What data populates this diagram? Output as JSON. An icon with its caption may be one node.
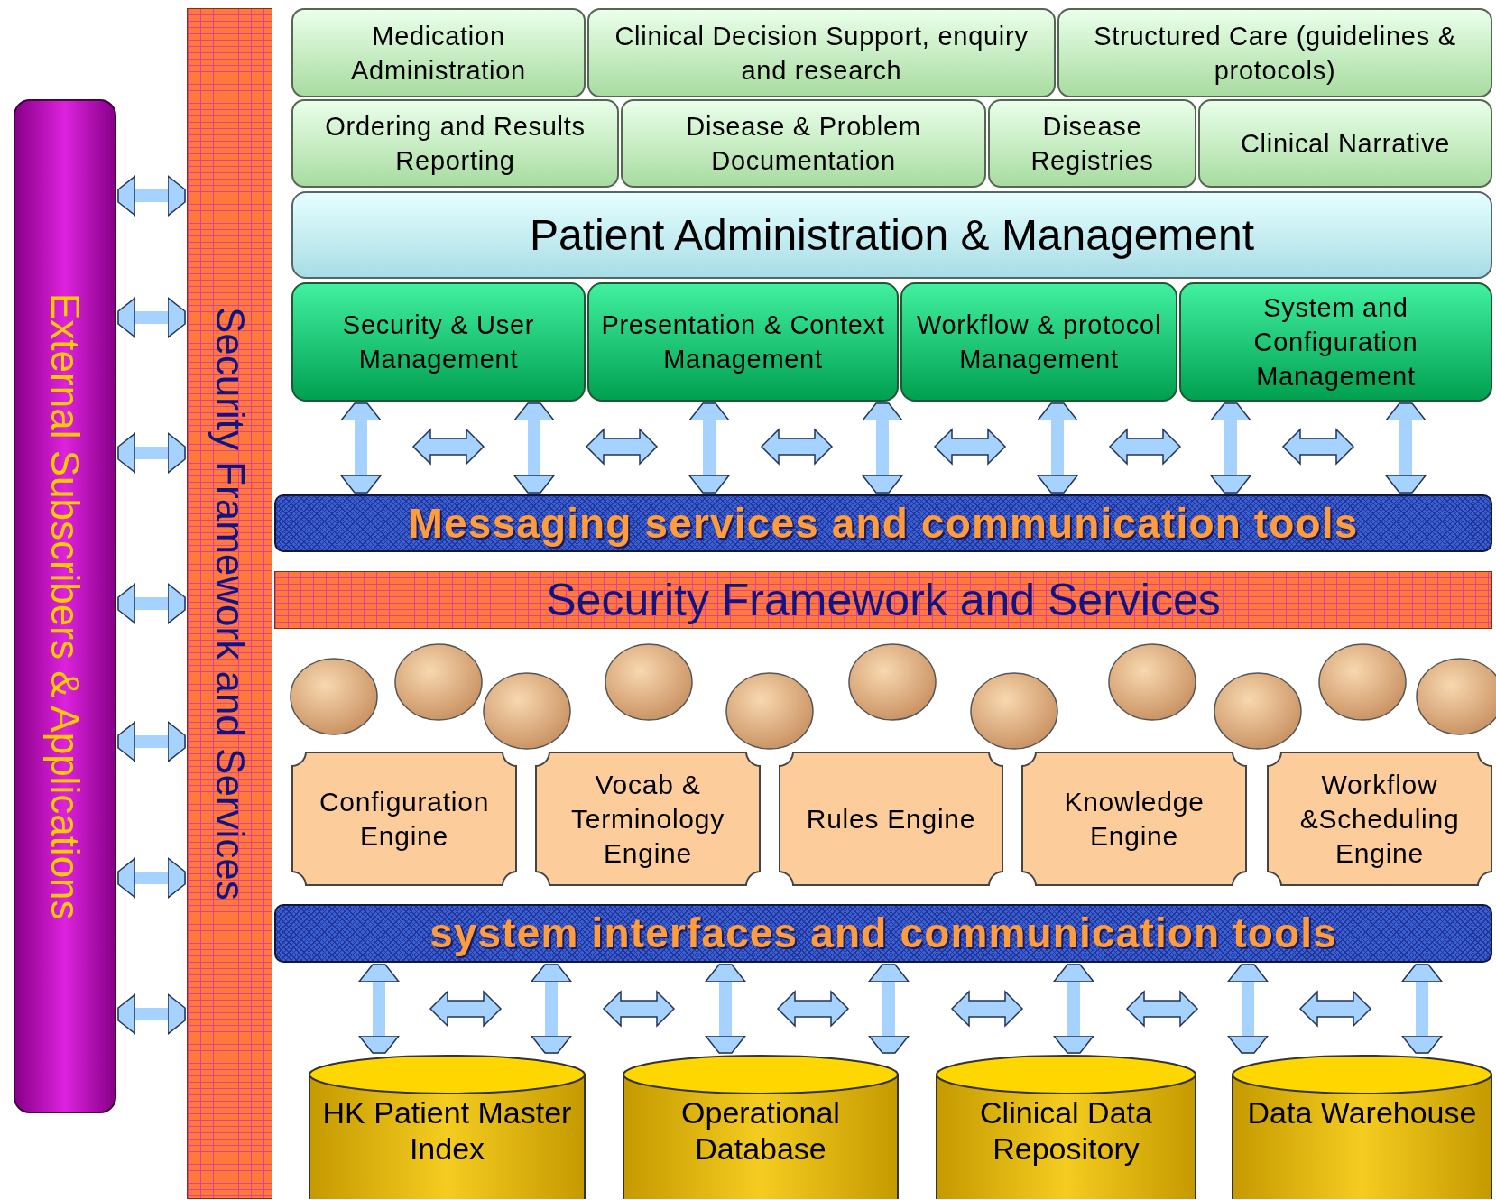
{
  "diagram": {
    "nodes": [
      {
        "text": [
          "External Subscribers & Applications"
        ]
      },
      {
        "text": [
          "Security Framework and Services"
        ]
      },
      {
        "text": [
          "Medication Administration"
        ]
      },
      {
        "text": [
          "Clinical Decision Support, enquiry and research"
        ]
      },
      {
        "text": [
          "Structured Care (guidelines & protocols)"
        ]
      },
      {
        "text": [
          "Ordering and Results Reporting"
        ]
      },
      {
        "text": [
          "Disease & Problem Documentation"
        ]
      },
      {
        "text": [
          "Disease Registries"
        ]
      },
      {
        "text": [
          "Clinical Narrative"
        ]
      },
      {
        "text": [
          "Patient Administration & Management"
        ]
      },
      {
        "text": [
          "Security & User Management"
        ]
      },
      {
        "text": [
          "Presentation & Context Management"
        ]
      },
      {
        "text": [
          "Workflow & protocol Management"
        ]
      },
      {
        "text": [
          "System and Configuration Management"
        ]
      },
      {
        "text": [
          "Messaging services and communication tools"
        ]
      },
      {
        "text": [
          "Security Framework and Services"
        ]
      },
      {
        "text": [
          "Configuration Engine"
        ]
      },
      {
        "text": [
          "Vocab & Terminology Engine"
        ]
      },
      {
        "text": [
          "Rules Engine"
        ]
      },
      {
        "text": [
          "Knowledge Engine"
        ]
      },
      {
        "text": [
          "Workflow &Scheduling Engine"
        ]
      },
      {
        "text": [
          "system interfaces and communication tools"
        ]
      },
      {
        "text": [
          "HK Patient Master Index"
        ]
      },
      {
        "text": [
          "Operational Database"
        ]
      },
      {
        "text": [
          "Clinical Data Repository"
        ]
      },
      {
        "text": [
          "Data Warehouse"
        ]
      }
    ],
    "edges": [
      {
        "from": 0,
        "to": 1,
        "arrow": "both"
      },
      {
        "from": 0,
        "to": 1,
        "arrow": "both"
      },
      {
        "from": 0,
        "to": 1,
        "arrow": "both"
      },
      {
        "from": 0,
        "to": 1,
        "arrow": "both"
      },
      {
        "from": 0,
        "to": 1,
        "arrow": "both"
      },
      {
        "from": 0,
        "to": 1,
        "arrow": "both"
      },
      {
        "from": 0,
        "to": 1,
        "arrow": "both"
      },
      {
        "from": 10,
        "to": 14,
        "arrow": "both"
      },
      {
        "from": 10,
        "to": 14,
        "arrow": "both"
      },
      {
        "from": 11,
        "to": 14,
        "arrow": "both"
      },
      {
        "from": 11,
        "to": 14,
        "arrow": "both"
      },
      {
        "from": 12,
        "to": 14,
        "arrow": "both"
      },
      {
        "from": 13,
        "to": 14,
        "arrow": "both"
      },
      {
        "from": 13,
        "to": 14,
        "arrow": "both"
      },
      {
        "from": 21,
        "to": 22,
        "arrow": "both"
      },
      {
        "from": 21,
        "to": 22,
        "arrow": "both"
      },
      {
        "from": 21,
        "to": 23,
        "arrow": "both"
      },
      {
        "from": 21,
        "to": 23,
        "arrow": "both"
      },
      {
        "from": 21,
        "to": 24,
        "arrow": "both"
      },
      {
        "from": 21,
        "to": 25,
        "arrow": "both"
      },
      {
        "from": 21,
        "to": 25,
        "arrow": "both"
      }
    ]
  }
}
